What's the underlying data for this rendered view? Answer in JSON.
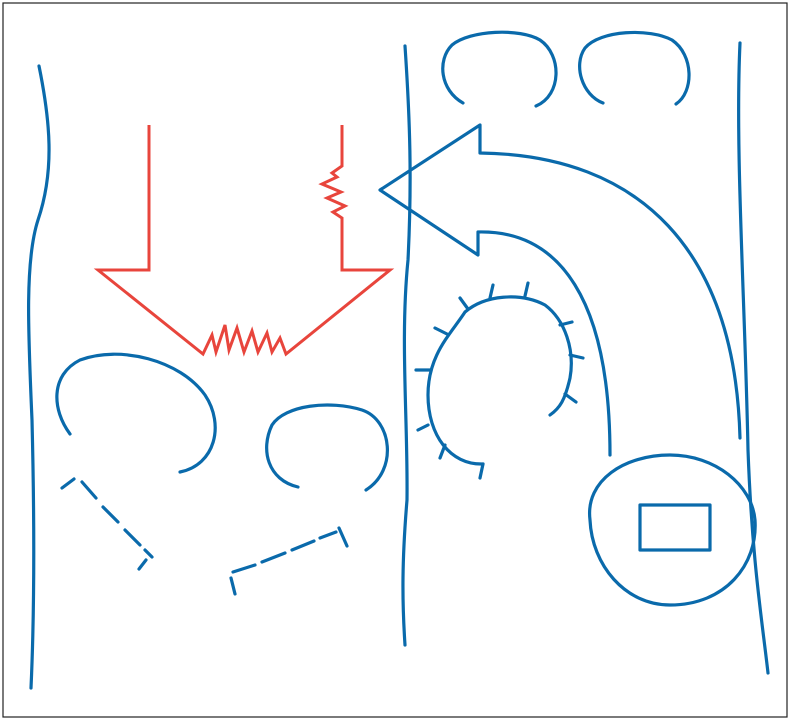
{
  "colors": {
    "friendly_blue": "#0a6aab",
    "enemy_red": "#e8453c",
    "frame": "#222222",
    "background": "#ffffff"
  },
  "symbols": [
    "left-boundary-line",
    "center-boundary-line",
    "right-boundary-line",
    "enemy-attack-arrow",
    "friendly-counterattack-arrow",
    "friendly-unit-arcs",
    "friendly-defensive-position",
    "screen-lines-dashed",
    "unit-symbol-rectangle"
  ]
}
